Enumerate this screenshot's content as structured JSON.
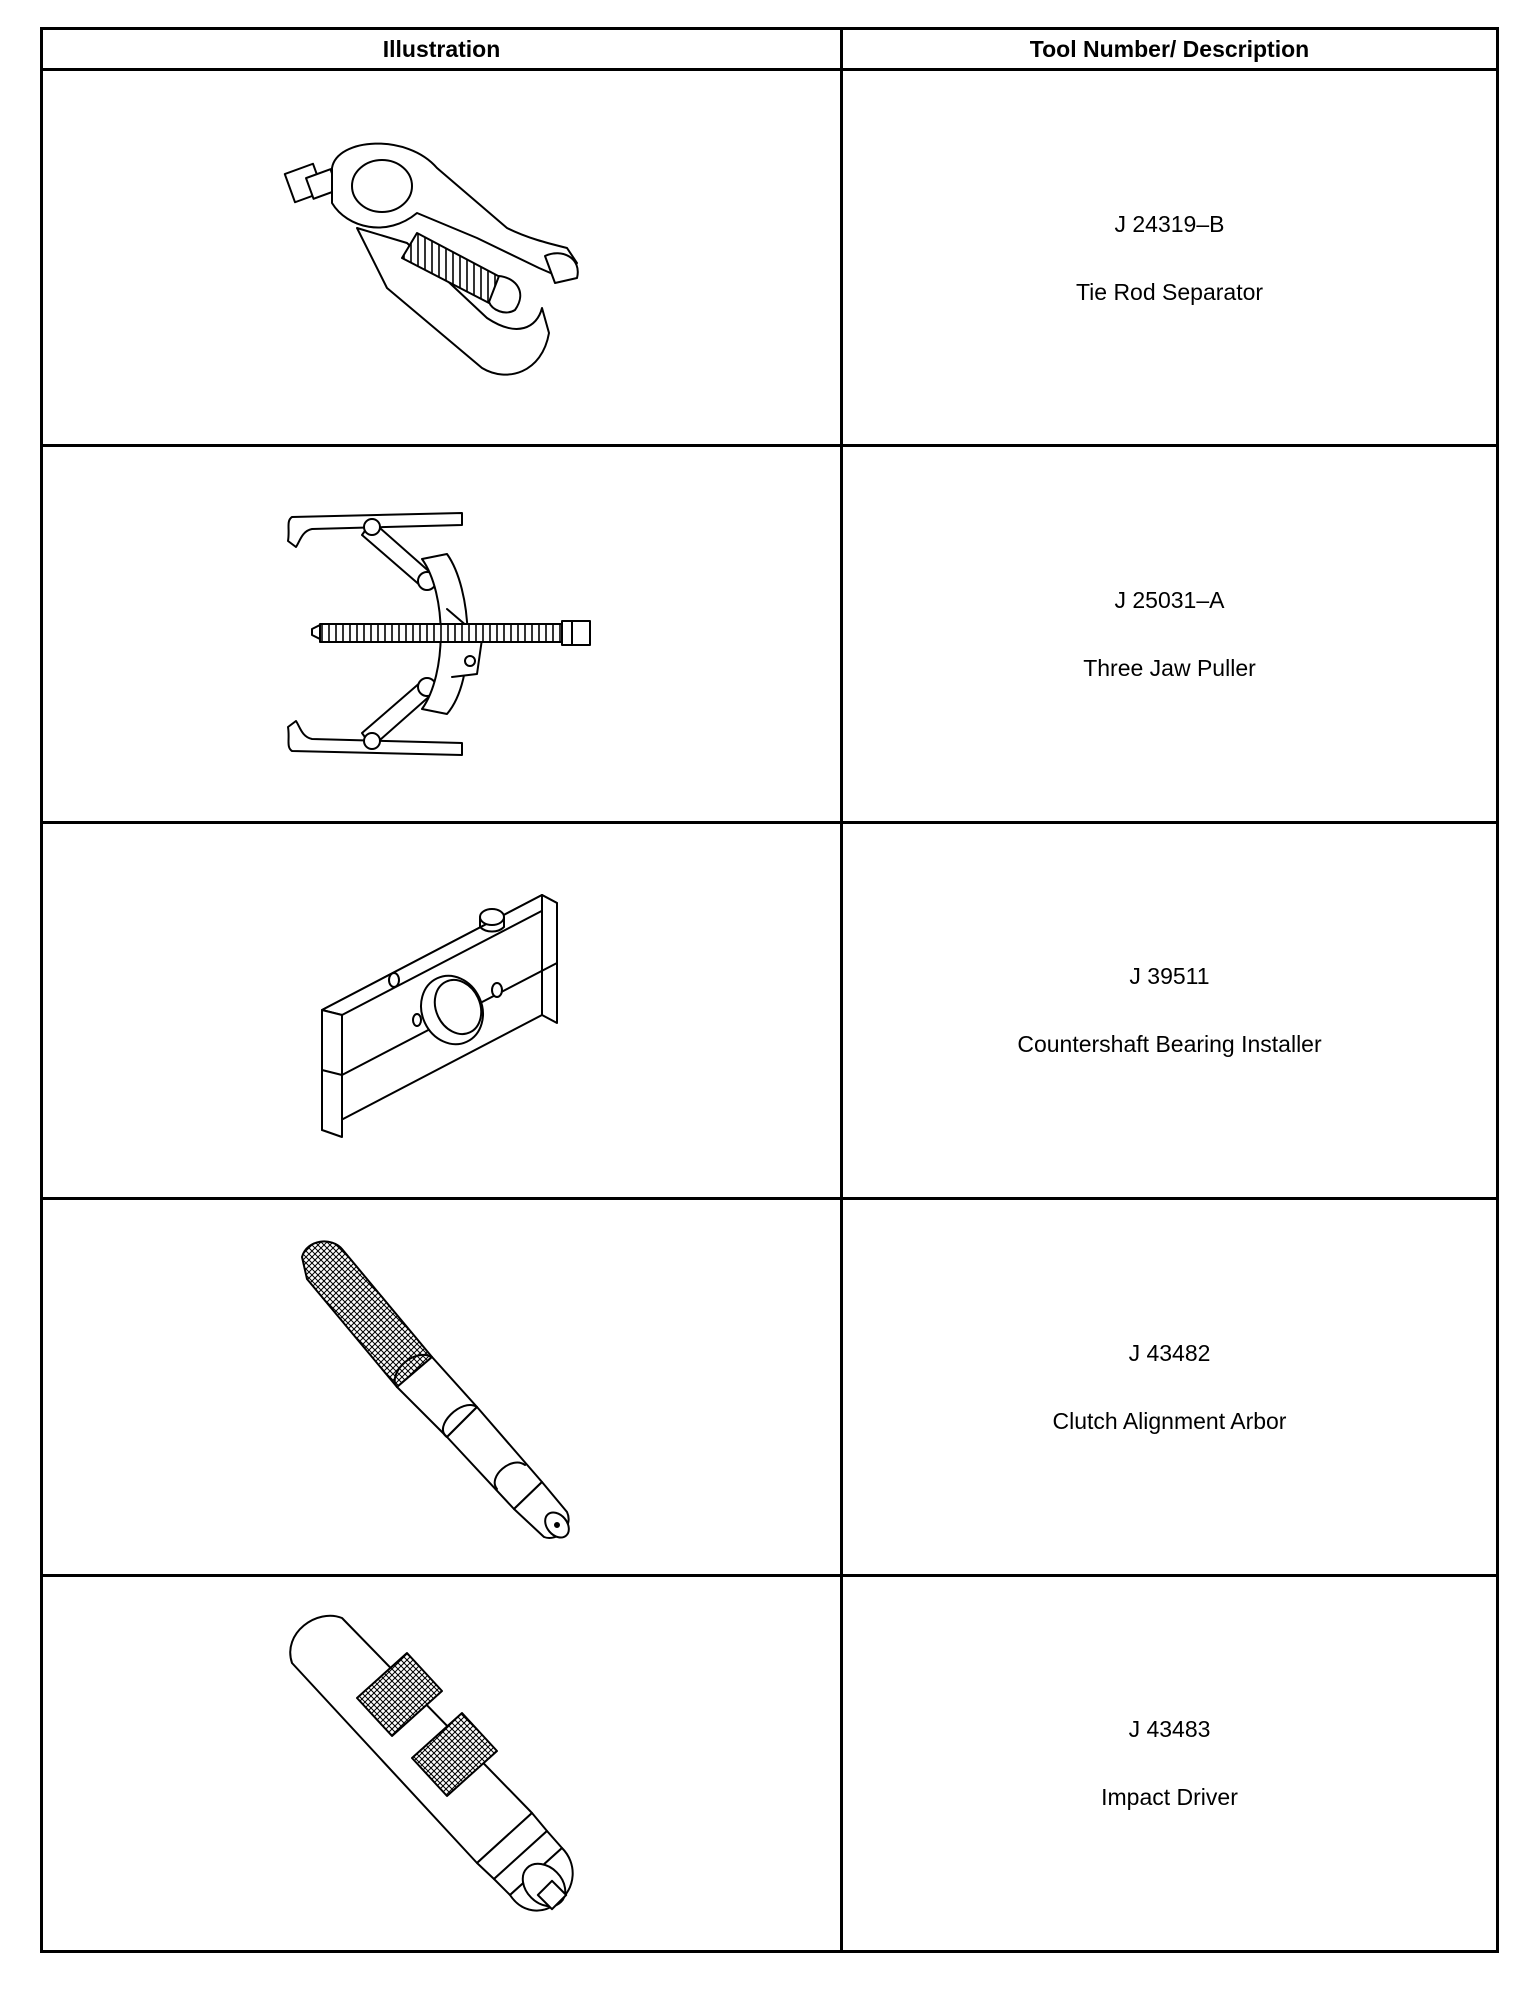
{
  "table": {
    "headers": {
      "illustration": "Illustration",
      "tool": "Tool Number/ Description"
    },
    "rows": [
      {
        "number": "J 24319–B",
        "description": "Tie Rod Separator",
        "icon": "tie-rod-separator-icon"
      },
      {
        "number": "J 25031–A",
        "description": "Three Jaw Puller",
        "icon": "three-jaw-puller-icon"
      },
      {
        "number": "J 39511",
        "description": "Countershaft Bearing Installer",
        "icon": "bearing-installer-icon"
      },
      {
        "number": "J 43482",
        "description": "Clutch Alignment Arbor",
        "icon": "alignment-arbor-icon"
      },
      {
        "number": "J 43483",
        "description": "Impact Driver",
        "icon": "impact-driver-icon"
      }
    ]
  }
}
